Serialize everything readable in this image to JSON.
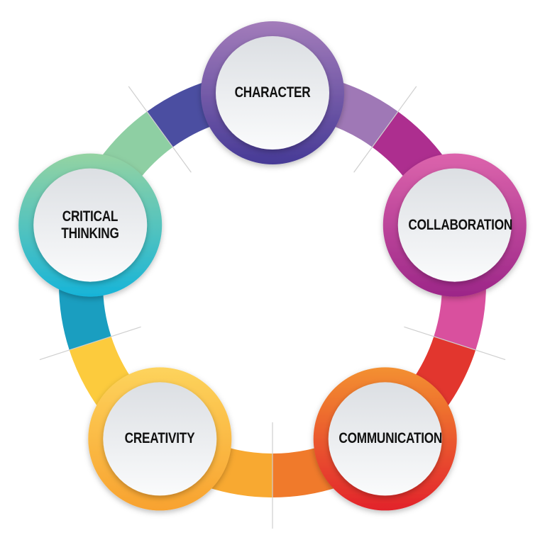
{
  "title": "Five Cs",
  "nodes": [
    {
      "label": "CHARACTER",
      "lines": [
        "CHARACTER"
      ],
      "color_top": "#a37cba",
      "color_bottom": "#463a96"
    },
    {
      "label": "COLLABORATION",
      "lines": [
        "COLLABORATION"
      ],
      "color_top": "#dc64ac",
      "color_bottom": "#9c2688"
    },
    {
      "label": "COMMUNICATION",
      "lines": [
        "COMMUNICATION"
      ],
      "color_top": "#f39030",
      "color_bottom": "#e2232c"
    },
    {
      "label": "CREATIVITY",
      "lines": [
        "CREATIVITY"
      ],
      "color_top": "#fdd35c",
      "color_bottom": "#f8a22f"
    },
    {
      "label": "CRITICAL THINKING",
      "lines": [
        "CRITICAL",
        "THINKING"
      ],
      "color_top": "#94d3a2",
      "color_bottom": "#17b4d8"
    }
  ],
  "segment_colors": [
    "#9f78b6",
    "#ad2e8f",
    "#d9509e",
    "#e2362e",
    "#f07a2b",
    "#f8a931",
    "#fccb3d",
    "#1a9ec0",
    "#8ecfa3",
    "#4b4ea1"
  ]
}
